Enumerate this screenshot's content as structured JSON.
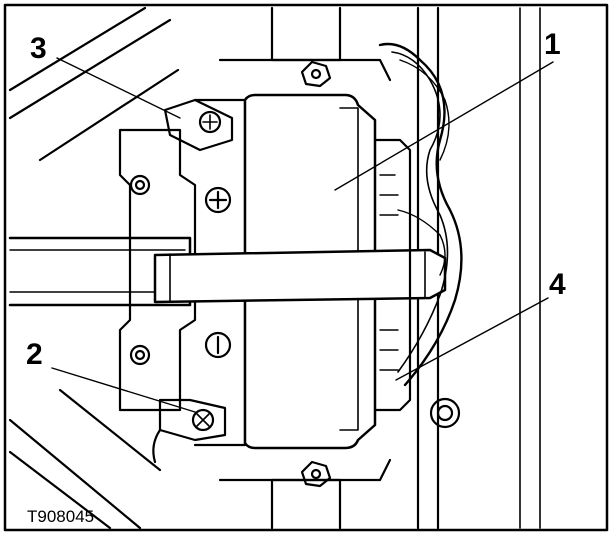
{
  "callouts": [
    {
      "number": "1"
    },
    {
      "number": "2"
    },
    {
      "number": "3"
    },
    {
      "number": "4"
    }
  ],
  "figure_id": "T908045",
  "colors": {
    "line": "#000000",
    "fill": "#ffffff",
    "shade": "#e6e6e6"
  }
}
